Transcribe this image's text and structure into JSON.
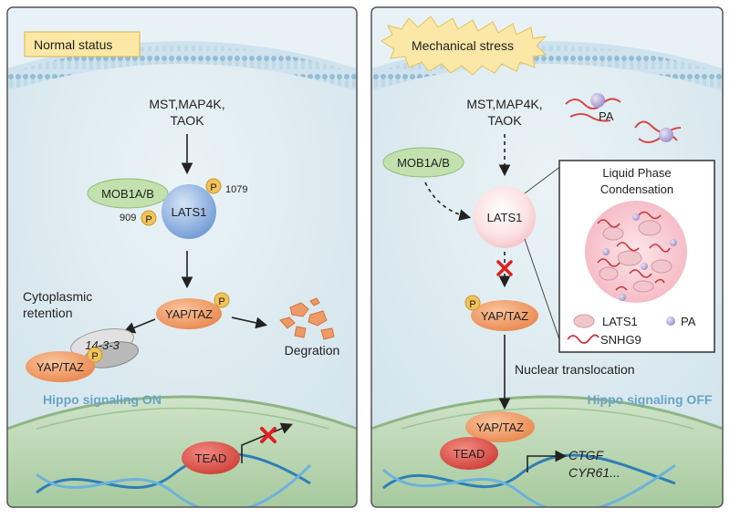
{
  "left": {
    "status": "Normal status",
    "kinases": [
      "MST,MAP4K,",
      "TAOK"
    ],
    "mob": "MOB1A/B",
    "lats": "LATS1",
    "p": "P",
    "site_1079": "1079",
    "site_909": "909",
    "yaptaz": "YAP/TAZ",
    "retention": [
      "Cytoplasmic",
      "retention"
    ],
    "protein_1433": "14-3-3",
    "yaptaz_bound": "YAP/TAZ",
    "degradation": "Degration",
    "signal": "Hippo signaling ON",
    "tead": "TEAD"
  },
  "right": {
    "status": "Mechanical stress",
    "kinases": [
      "MST,MAP4K,",
      "TAOK"
    ],
    "pa": "PA",
    "mob": "MOB1A/B",
    "lats": "LATS1",
    "condensation_title": [
      "Liquid Phase",
      "Condensation"
    ],
    "legend_lats": "LATS1",
    "legend_pa": "PA",
    "legend_snhg9": "SNHG9",
    "p": "P",
    "yaptaz": "YAP/TAZ",
    "translocation": "Nuclear translocation",
    "signal": "Hippo signaling OFF",
    "yaptaz_nuc": "YAP/TAZ",
    "tead": "TEAD",
    "genes": [
      "CTGF",
      "CYR61..."
    ]
  },
  "colors": {
    "cytoplasm": "#dbeaf0",
    "nucleus": "#b9d6b4",
    "membrane": "#9fc6db",
    "yap": "#f0955a",
    "tead": "#de4a42",
    "mob": "#bfe0ad",
    "lats": "#8eb2e0",
    "phospho": "#f2c25b",
    "signal_text": "#6aa4c6",
    "red_x": "#e02020"
  }
}
